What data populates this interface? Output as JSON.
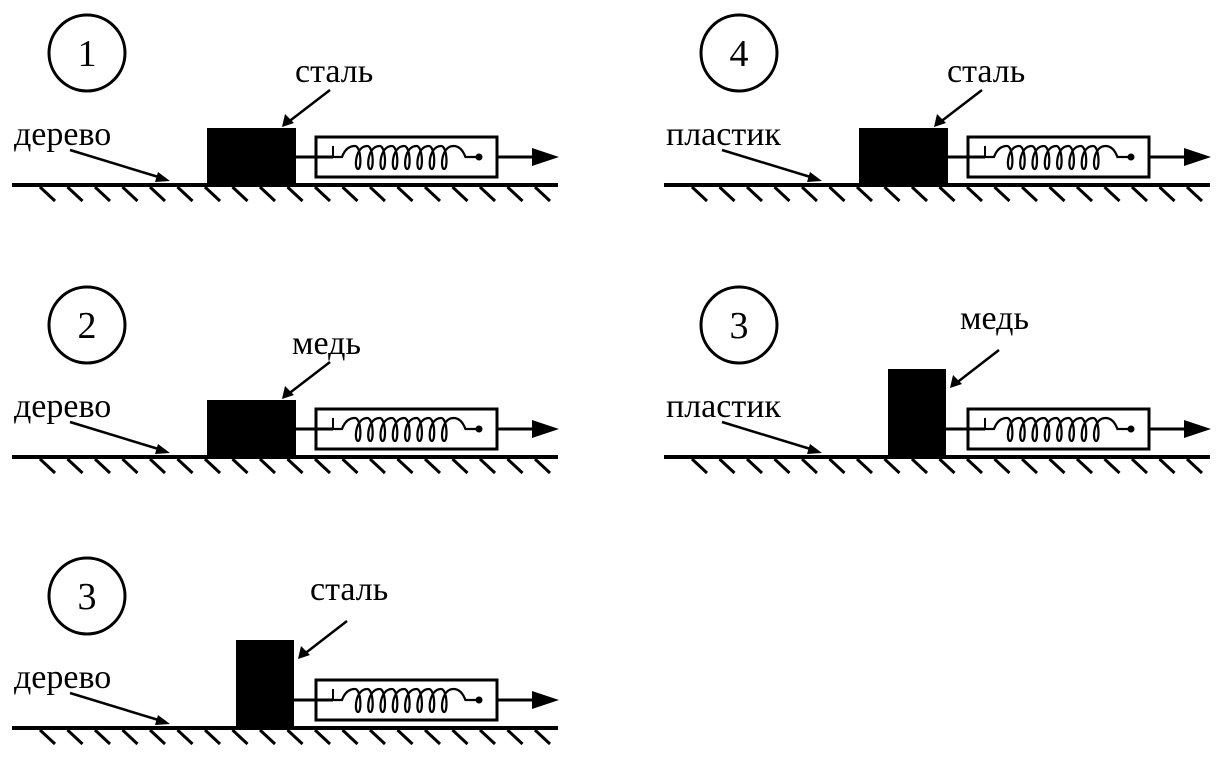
{
  "title": "Friction force experiments: block pulled by a spring dynamometer over a surface",
  "colors": {
    "ink": "#000000",
    "background": "#ffffff"
  },
  "panels": [
    {
      "number": "1",
      "surface_label": "дерево",
      "block_label": "сталь",
      "block_shape": "wide"
    },
    {
      "number": "2",
      "surface_label": "дерево",
      "block_label": "медь",
      "block_shape": "wide"
    },
    {
      "number": "3",
      "surface_label": "дерево",
      "block_label": "сталь",
      "block_shape": "tall"
    },
    {
      "number": "4",
      "surface_label": "пластик",
      "block_label": "сталь",
      "block_shape": "wide"
    },
    {
      "number": "3",
      "surface_label": "пластик",
      "block_label": "медь",
      "block_shape": "tall"
    }
  ]
}
